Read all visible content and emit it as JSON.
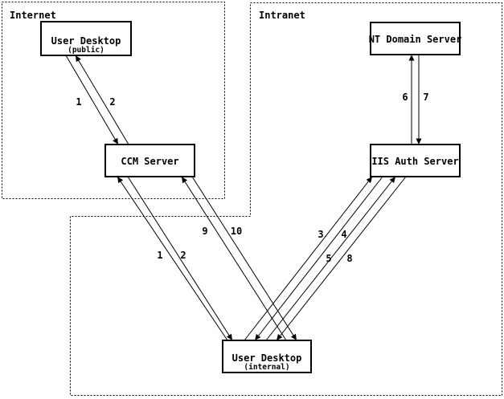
{
  "colors": {
    "background": "#ffffff",
    "line": "#000000",
    "box_fill": "#ffffff",
    "text": "#000000"
  },
  "regions": {
    "internet": {
      "label": "Internet"
    },
    "intranet": {
      "label": "Intranet"
    }
  },
  "nodes": {
    "user_desktop_public": {
      "label": "User Desktop",
      "sublabel": "(public)"
    },
    "nt_domain_server": {
      "label": "NT Domain Server"
    },
    "ccm_server": {
      "label": "CCM Server"
    },
    "iis_auth_server": {
      "label": "IIS Auth Server"
    },
    "user_desktop_internal": {
      "label": "User Desktop",
      "sublabel": "(internal)"
    }
  },
  "flows": [
    {
      "label": "1",
      "from": "user-desktop-public",
      "to": "ccm-server"
    },
    {
      "label": "2",
      "from": "ccm-server",
      "to": "user-desktop-public"
    },
    {
      "label": "1",
      "from": "user-desktop-internal",
      "to": "ccm-server"
    },
    {
      "label": "2",
      "from": "ccm-server",
      "to": "user-desktop-internal"
    },
    {
      "label": "9",
      "from": "user-desktop-internal",
      "to": "ccm-server"
    },
    {
      "label": "10",
      "from": "ccm-server",
      "to": "user-desktop-internal"
    },
    {
      "label": "3",
      "from": "user-desktop-internal",
      "to": "iis-auth-server"
    },
    {
      "label": "4",
      "from": "iis-auth-server",
      "to": "user-desktop-internal"
    },
    {
      "label": "5",
      "from": "user-desktop-internal",
      "to": "iis-auth-server"
    },
    {
      "label": "8",
      "from": "iis-auth-server",
      "to": "user-desktop-internal"
    },
    {
      "label": "6",
      "from": "iis-auth-server",
      "to": "nt-domain-server"
    },
    {
      "label": "7",
      "from": "nt-domain-server",
      "to": "iis-auth-server"
    }
  ]
}
